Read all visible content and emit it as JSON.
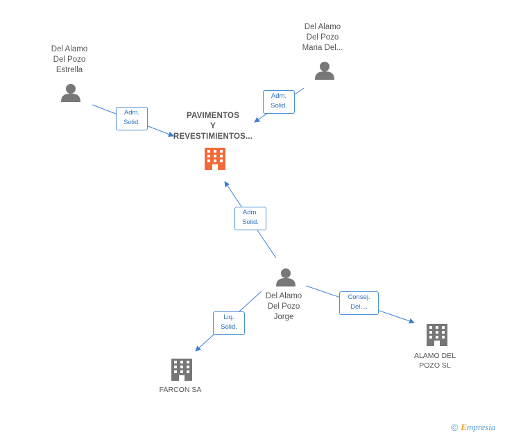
{
  "colors": {
    "edge": "#3a7fd0",
    "person_icon": "#777777",
    "company_icon": "#777777",
    "main_company_icon": "#f26a3a"
  },
  "main_company": {
    "lines": [
      "PAVIMENTOS",
      "Y",
      "REVESTIMIENTOS..."
    ],
    "icon": "building-icon"
  },
  "persons": {
    "estrella": {
      "lines": [
        "Del Alamo",
        "Del Pozo",
        "Estrella"
      ],
      "icon": "person-icon"
    },
    "maria": {
      "lines": [
        "Del Alamo",
        "Del Pozo",
        "Maria Del..."
      ],
      "icon": "person-icon"
    },
    "jorge": {
      "lines": [
        "Del Alamo",
        "Del Pozo",
        "Jorge"
      ],
      "icon": "person-icon"
    }
  },
  "companies": {
    "alamo": {
      "lines": [
        "ALAMO DEL",
        "POZO SL"
      ],
      "icon": "building-icon"
    },
    "farcon": {
      "lines": [
        "FARCON SA"
      ],
      "icon": "building-icon"
    }
  },
  "edges": {
    "estrella_main": {
      "lines": [
        "Adm.",
        "Solid."
      ]
    },
    "maria_main": {
      "lines": [
        "Adm.",
        "Solid."
      ]
    },
    "jorge_main": {
      "lines": [
        "Adm.",
        "Solid."
      ]
    },
    "jorge_alamo": {
      "lines": [
        "Consej.",
        "Del...."
      ]
    },
    "jorge_farcon": {
      "lines": [
        "Liq.",
        "Solid."
      ]
    }
  },
  "brand": {
    "copyright": "©",
    "name_first": "E",
    "name_rest": "mpresia"
  }
}
